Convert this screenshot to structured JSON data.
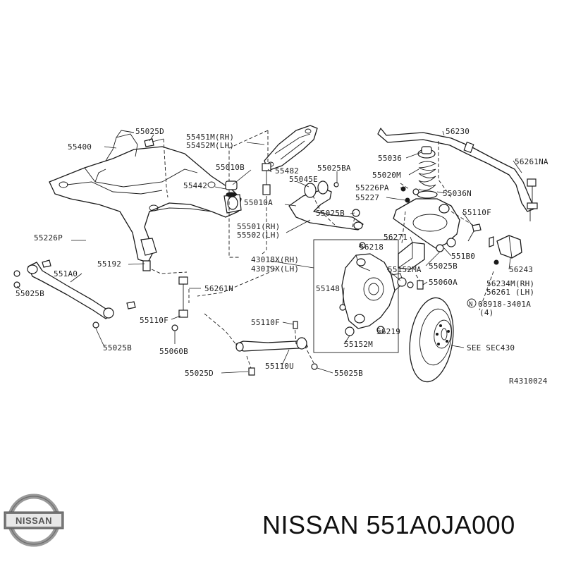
{
  "diagram": {
    "labels": {
      "p55025D_a": "55025D",
      "p55400": "55400",
      "p55451M": "55451M(RH)",
      "p55452M": "55452M(LH)",
      "p55010B": "55010B",
      "p55482": "55482",
      "p55025BA": "55025BA",
      "p55442": "55442",
      "p55045E": "55045E",
      "p55010A": "55010A",
      "p55025B_a": "55025B",
      "p55501": "55501(RH)",
      "p55502": "55502(LH)",
      "p55226P": "55226P",
      "p55192": "55192",
      "p551A0": "551A0",
      "p55025B_b": "55025B",
      "p56261N_a": "56261N",
      "p55110F_a": "55110F",
      "p55025B_c": "55025B",
      "p55060B": "55060B",
      "p43018X": "43018X(RH)",
      "p43019X": "43019X(LH)",
      "p55148": "55148",
      "p56218": "56218",
      "p55152MA": "55152MA",
      "p55060A": "55060A",
      "p55110F_b": "55110F",
      "p56219": "56219",
      "p55152M": "55152M",
      "p55110U": "55110U",
      "p55025D_b": "55025D",
      "p55025B_d": "55025B",
      "p56230": "56230",
      "p55036": "55036",
      "p56261NA": "56261NA",
      "p55020M": "55020M",
      "p55226PA": "55226PA",
      "p55036N": "55036N",
      "p55227": "55227",
      "p55110F_c": "55110F",
      "p56271": "56271",
      "p551B0": "551B0",
      "p55025B_e": "55025B",
      "p56243": "56243",
      "p56234M": "56234M(RH)",
      "p56261LH": "56261 (LH)",
      "p08918": "08918-3401A",
      "p08918qty": "(4)",
      "pSEC430": "SEE SEC430",
      "pRef": "R4310024"
    },
    "nut_symbol": "N"
  },
  "brand": {
    "logo_text": "NISSAN",
    "part_number": "NISSAN 551A0JA000"
  }
}
